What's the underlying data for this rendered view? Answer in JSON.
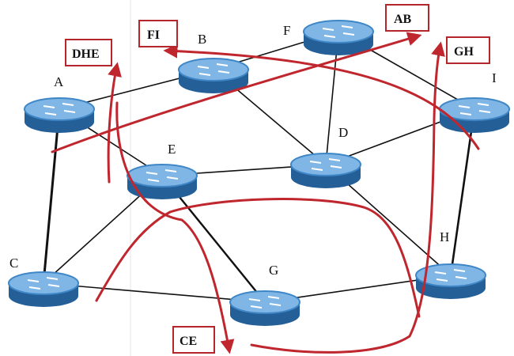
{
  "colors": {
    "link": "#111111",
    "flow": "#c0262d",
    "router_body": "#3f86c6",
    "router_top": "#7fb6e6",
    "router_dark": "#245f97",
    "tag_border": "#b5262c"
  },
  "routers": {
    "A": {
      "label": "A"
    },
    "B": {
      "label": "B"
    },
    "C": {
      "label": "C"
    },
    "D": {
      "label": "D"
    },
    "E": {
      "label": "E"
    },
    "F": {
      "label": "F"
    },
    "G": {
      "label": "G"
    },
    "H": {
      "label": "H"
    },
    "I": {
      "label": "I"
    }
  },
  "tags": {
    "DHE": "DHE",
    "FI": "FI",
    "AB": "AB",
    "GH": "GH",
    "CE": "CE"
  }
}
